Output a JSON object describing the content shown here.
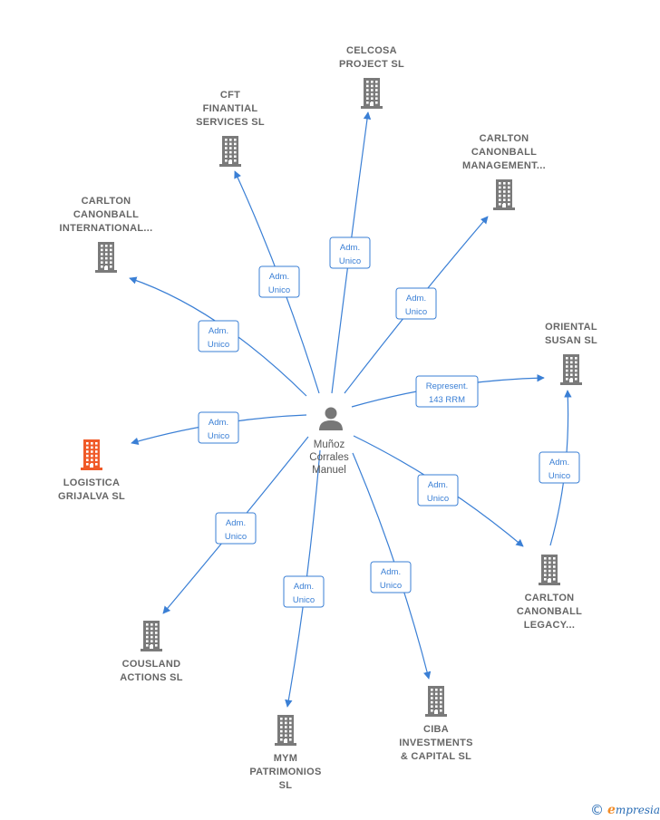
{
  "colors": {
    "edge": "#3a7fd5",
    "building": "#7a7a7a",
    "building_highlight": "#f05a28",
    "label": "#666666",
    "person": "#777777",
    "brand": "#2a6db5",
    "brand_accent": "#f28c28"
  },
  "center": {
    "id": "p",
    "lines": [
      "Muñoz",
      "Corrales",
      "Manuel"
    ],
    "icon": "person-icon"
  },
  "companies": [
    {
      "id": "celcosa",
      "lines": [
        "CELCOSA",
        "PROJECT  SL"
      ],
      "label_pos": "above",
      "highlight": false,
      "icon": "building-icon"
    },
    {
      "id": "cft",
      "lines": [
        "CFT",
        "FINANTIAL",
        "SERVICES  SL"
      ],
      "label_pos": "above",
      "highlight": false,
      "icon": "building-icon"
    },
    {
      "id": "cmgmt",
      "lines": [
        "CARLTON",
        "CANONBALL",
        "MANAGEMENT..."
      ],
      "label_pos": "above",
      "highlight": false,
      "icon": "building-icon"
    },
    {
      "id": "cintl",
      "lines": [
        "CARLTON",
        "CANONBALL",
        "INTERNATIONAL..."
      ],
      "label_pos": "above",
      "highlight": false,
      "icon": "building-icon"
    },
    {
      "id": "oriental",
      "lines": [
        "ORIENTAL",
        "SUSAN  SL"
      ],
      "label_pos": "above",
      "highlight": false,
      "icon": "building-icon"
    },
    {
      "id": "logistica",
      "lines": [
        "LOGISTICA",
        "GRIJALVA  SL"
      ],
      "label_pos": "below",
      "highlight": true,
      "icon": "building-icon"
    },
    {
      "id": "legacy",
      "lines": [
        "CARLTON",
        "CANONBALL",
        "LEGACY..."
      ],
      "label_pos": "below",
      "highlight": false,
      "icon": "building-icon"
    },
    {
      "id": "cousland",
      "lines": [
        "COUSLAND",
        "ACTIONS SL"
      ],
      "label_pos": "below",
      "highlight": false,
      "icon": "building-icon"
    },
    {
      "id": "ciba",
      "lines": [
        "CIBA",
        "INVESTMENTS",
        "& CAPITAL  SL"
      ],
      "label_pos": "below",
      "highlight": false,
      "icon": "building-icon"
    },
    {
      "id": "mym",
      "lines": [
        "MYM",
        "PATRIMONIOS",
        "SL"
      ],
      "label_pos": "below",
      "highlight": false,
      "icon": "building-icon"
    }
  ],
  "edges": [
    {
      "from": "p",
      "to": "celcosa",
      "role": [
        "Adm.",
        "Unico"
      ]
    },
    {
      "from": "p",
      "to": "cft",
      "role": [
        "Adm.",
        "Unico"
      ]
    },
    {
      "from": "p",
      "to": "cmgmt",
      "role": [
        "Adm.",
        "Unico"
      ]
    },
    {
      "from": "p",
      "to": "cintl",
      "role": [
        "Adm.",
        "Unico"
      ]
    },
    {
      "from": "p",
      "to": "oriental",
      "role": [
        "Represent.",
        "143 RRM"
      ]
    },
    {
      "from": "p",
      "to": "logistica",
      "role": [
        "Adm.",
        "Unico"
      ]
    },
    {
      "from": "p",
      "to": "legacy",
      "role": [
        "Adm.",
        "Unico"
      ]
    },
    {
      "from": "legacy",
      "to": "oriental",
      "role": [
        "Adm.",
        "Unico"
      ]
    },
    {
      "from": "p",
      "to": "cousland",
      "role": [
        "Adm.",
        "Unico"
      ]
    },
    {
      "from": "p",
      "to": "mym",
      "role": [
        "Adm.",
        "Unico"
      ]
    },
    {
      "from": "p",
      "to": "ciba",
      "role": [
        "Adm.",
        "Unico"
      ]
    }
  ],
  "footer": {
    "copyright_symbol": "©",
    "brand_initial": "e",
    "brand_rest": "mpresia",
    "icon": "copyright-icon"
  }
}
